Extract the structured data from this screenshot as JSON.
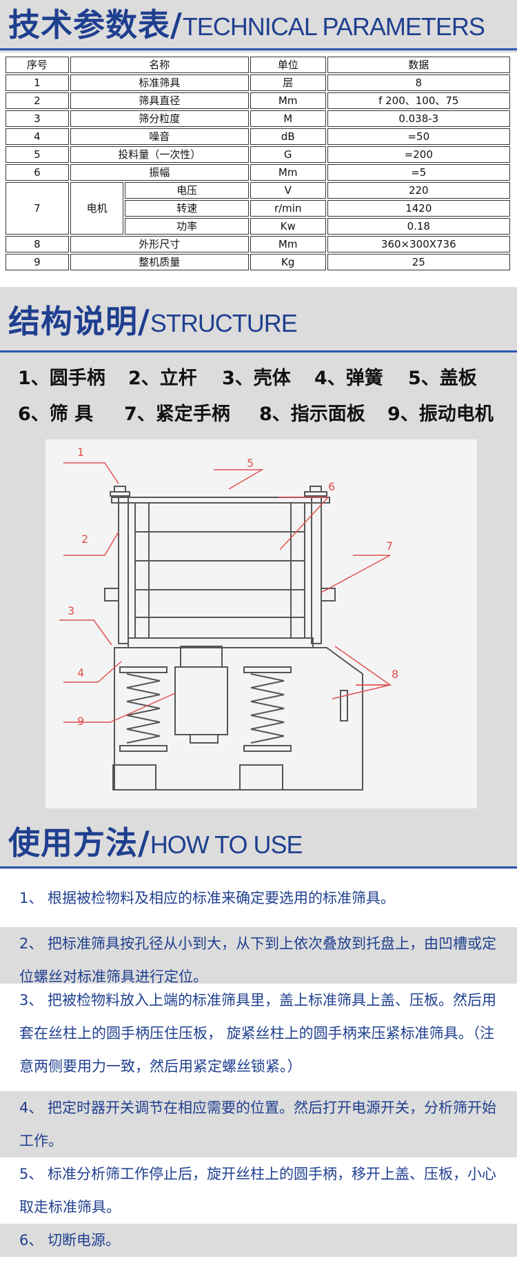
{
  "sections": {
    "params": {
      "cn": "技术参数表/",
      "en": "TECHNICAL PARAMETERS"
    },
    "structure": {
      "cn": "结构说明/",
      "en": "STRUCTURE"
    },
    "howto": {
      "cn": "使用方法/",
      "en": "HOW TO USE"
    }
  },
  "table": {
    "headers": [
      "序号",
      "名称",
      "单位",
      "数据"
    ],
    "rows": [
      {
        "no": "1",
        "name": "标准筛具",
        "unit": "层",
        "value": "8"
      },
      {
        "no": "2",
        "name": "筛具直径",
        "unit": "Mm",
        "value": "f 200、100、75"
      },
      {
        "no": "3",
        "name": "筛分粒度",
        "unit": "M",
        "value": "0.038-3"
      },
      {
        "no": "4",
        "name": "噪音",
        "unit": "dB",
        "value": "=50"
      },
      {
        "no": "5",
        "name": "投料量（一次性）",
        "unit": "G",
        "value": "=200"
      },
      {
        "no": "6",
        "name": "振幅",
        "unit": "Mm",
        "value": "=5"
      },
      {
        "no": "7",
        "group": "电机",
        "sub": [
          {
            "name": "电压",
            "unit": "V",
            "value": "220"
          },
          {
            "name": "转速",
            "unit": "r/min",
            "value": "1420"
          },
          {
            "name": "功率",
            "unit": "Kw",
            "value": "0.18"
          }
        ]
      },
      {
        "no": "8",
        "name": "外形尺寸",
        "unit": "Mm",
        "value": "360×300X736"
      },
      {
        "no": "9",
        "name": "整机质量",
        "unit": "Kg",
        "value": "25"
      }
    ]
  },
  "structure_items": [
    "1、圆手柄",
    "2、立杆",
    "3、壳体",
    "4、弹簧",
    "5、盖板",
    "6、筛 具",
    "7、紧定手柄",
    "8、指示面板",
    "9、振动电机"
  ],
  "diagram_labels": [
    "1",
    "2",
    "3",
    "4",
    "5",
    "6",
    "7",
    "8",
    "9"
  ],
  "steps": [
    "1、 根据被检物料及相应的标准来确定要选用的标准筛具。",
    "2、 把标准筛具按孔径从小到大，从下到上依次叠放到托盘上，由凹槽或定位螺丝对标准筛具进行定位。",
    "3、 把被检物料放入上端的标准筛具里，盖上标准筛具上盖、压板。然后用套在丝柱上的圆手柄压住压板， 旋紧丝柱上的圆手柄来压紧标准筛具。（注意两侧要用力一致，然后用紧定螺丝锁紧。）",
    "4、 把定时器开关调节在相应需要的位置。然后打开电源开关，分析筛开始工作。",
    "5、 标准分析筛工作停止后，旋开丝柱上的圆手柄，移开上盖、压板，小心取走标准筛具。",
    "6、 切断电源。"
  ]
}
